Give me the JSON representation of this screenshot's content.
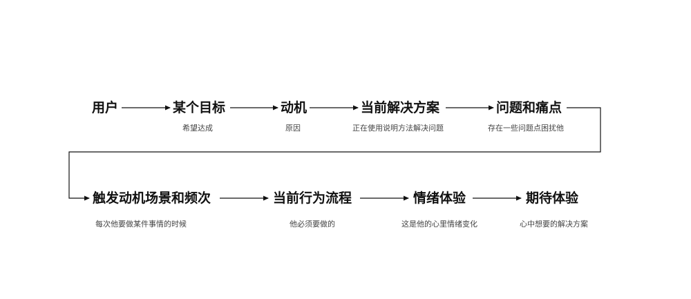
{
  "row1": [
    {
      "label": "用户",
      "sub": ""
    },
    {
      "label": "某个目标",
      "sub": "希望达成"
    },
    {
      "label": "动机",
      "sub": "原因"
    },
    {
      "label": "当前解决方案",
      "sub": "正在使用说明方法解决问题"
    },
    {
      "label": "问题和痛点",
      "sub": "存在一些问题点困扰他"
    }
  ],
  "row2": [
    {
      "label": "触发动机场景和频次",
      "sub": "每次他要做某件事情的时候"
    },
    {
      "label": "当前行为流程",
      "sub": "他必须要做的"
    },
    {
      "label": "情绪体验",
      "sub": "这是他的心里情绪变化"
    },
    {
      "label": "期待体验",
      "sub": "心中想要的解决方案"
    }
  ],
  "colors": {
    "text": "#111111",
    "subtext": "#444444",
    "line": "#111111"
  }
}
